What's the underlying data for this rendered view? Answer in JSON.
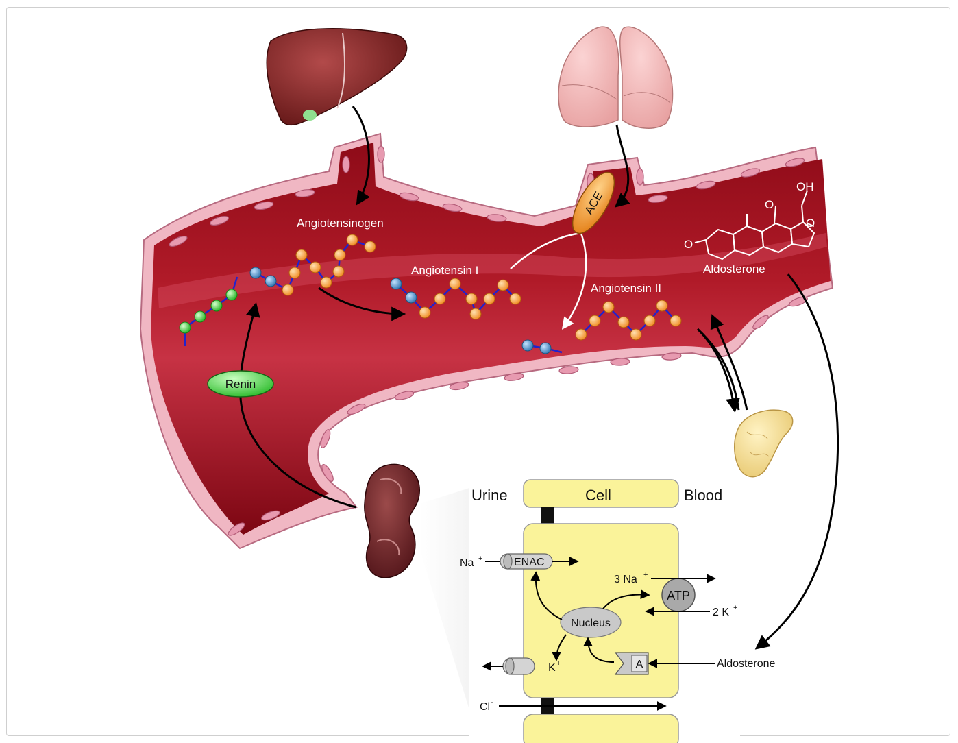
{
  "labels": {
    "angiotensinogen": "Angiotensinogen",
    "angiotensin_i": "Angiotensin I",
    "angiotensin_ii": "Angiotensin II",
    "aldosterone_top": "Aldosterone",
    "ace": "ACE",
    "renin": "Renin",
    "oh": "OH",
    "o_left": "O",
    "o_mid": "O",
    "o_right": "O"
  },
  "cell_panel": {
    "urine": "Urine",
    "cell": "Cell",
    "blood": "Blood",
    "na": "Na",
    "plus": "+",
    "enac": "ENAC",
    "three_na": "3 Na",
    "atp": "ATP",
    "two_k": "2 K",
    "nucleus": "Nucleus",
    "k": "K",
    "receptor": "A",
    "aldosterone": "Aldosterone",
    "cl": "Cl",
    "minus": "-"
  },
  "colors": {
    "vessel": "#a0101e",
    "vessel_highlight": "#c8344a",
    "vessel_wall": "#f0b7c3",
    "renin": "#3ad43a",
    "ace": "#f39a22",
    "amino_green": "#44dd44",
    "amino_blue": "#4a90c8",
    "amino_orange": "#f5a44a",
    "cell_yellow": "#faf39a",
    "gray": "#c9c9c9"
  }
}
